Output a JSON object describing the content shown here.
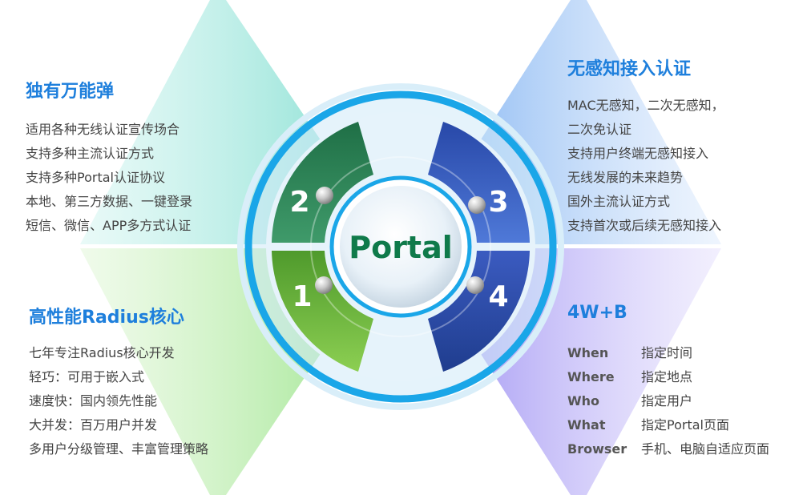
{
  "center_label": "Portal",
  "quadrant_numbers": [
    "2",
    "3",
    "1",
    "4"
  ],
  "features": {
    "top_left": {
      "title": "独有万能弹",
      "items": [
        "适用各种无线认证宣传场合",
        "支持多种主流认证方式",
        "支持多种Portal认证协议",
        "本地、第三方数据、一键登录",
        "短信、微信、APP多方式认证"
      ]
    },
    "top_right": {
      "title": "无感知接入认证",
      "items": [
        "MAC无感知，二次无感知，",
        "二次免认证",
        "支持用户终端无感知接入",
        "无线发展的未来趋势",
        "国外主流认证方式",
        "支持首次或后续无感知接入"
      ]
    },
    "bottom_left": {
      "title": "高性能Radius核心",
      "items": [
        "七年专注Radius核心开发",
        "轻巧：可用于嵌入式",
        "速度快：国内领先性能",
        "大并发：百万用户并发",
        "多用户分级管理、丰富管理策略"
      ]
    },
    "bottom_right": {
      "title": "4W+B",
      "items": [
        {
          "key": "When",
          "value": "指定时间"
        },
        {
          "key": "Where",
          "value": "指定地点"
        },
        {
          "key": "Who",
          "value": "指定用户"
        },
        {
          "key": "What",
          "value": "指定Portal页面"
        },
        {
          "key": "Browser",
          "value": "手机、电脑自适应页面"
        }
      ]
    }
  },
  "colors": {
    "title_blue": "#1e7fdc",
    "portal_green": "#0f7a4a",
    "ring_blue": "#1aa6e8",
    "q1_green": "#6fb43a",
    "q2_green": "#2c8f5c",
    "q3_blue": "#3a63c8",
    "q4_blue": "#2c4ea8"
  }
}
